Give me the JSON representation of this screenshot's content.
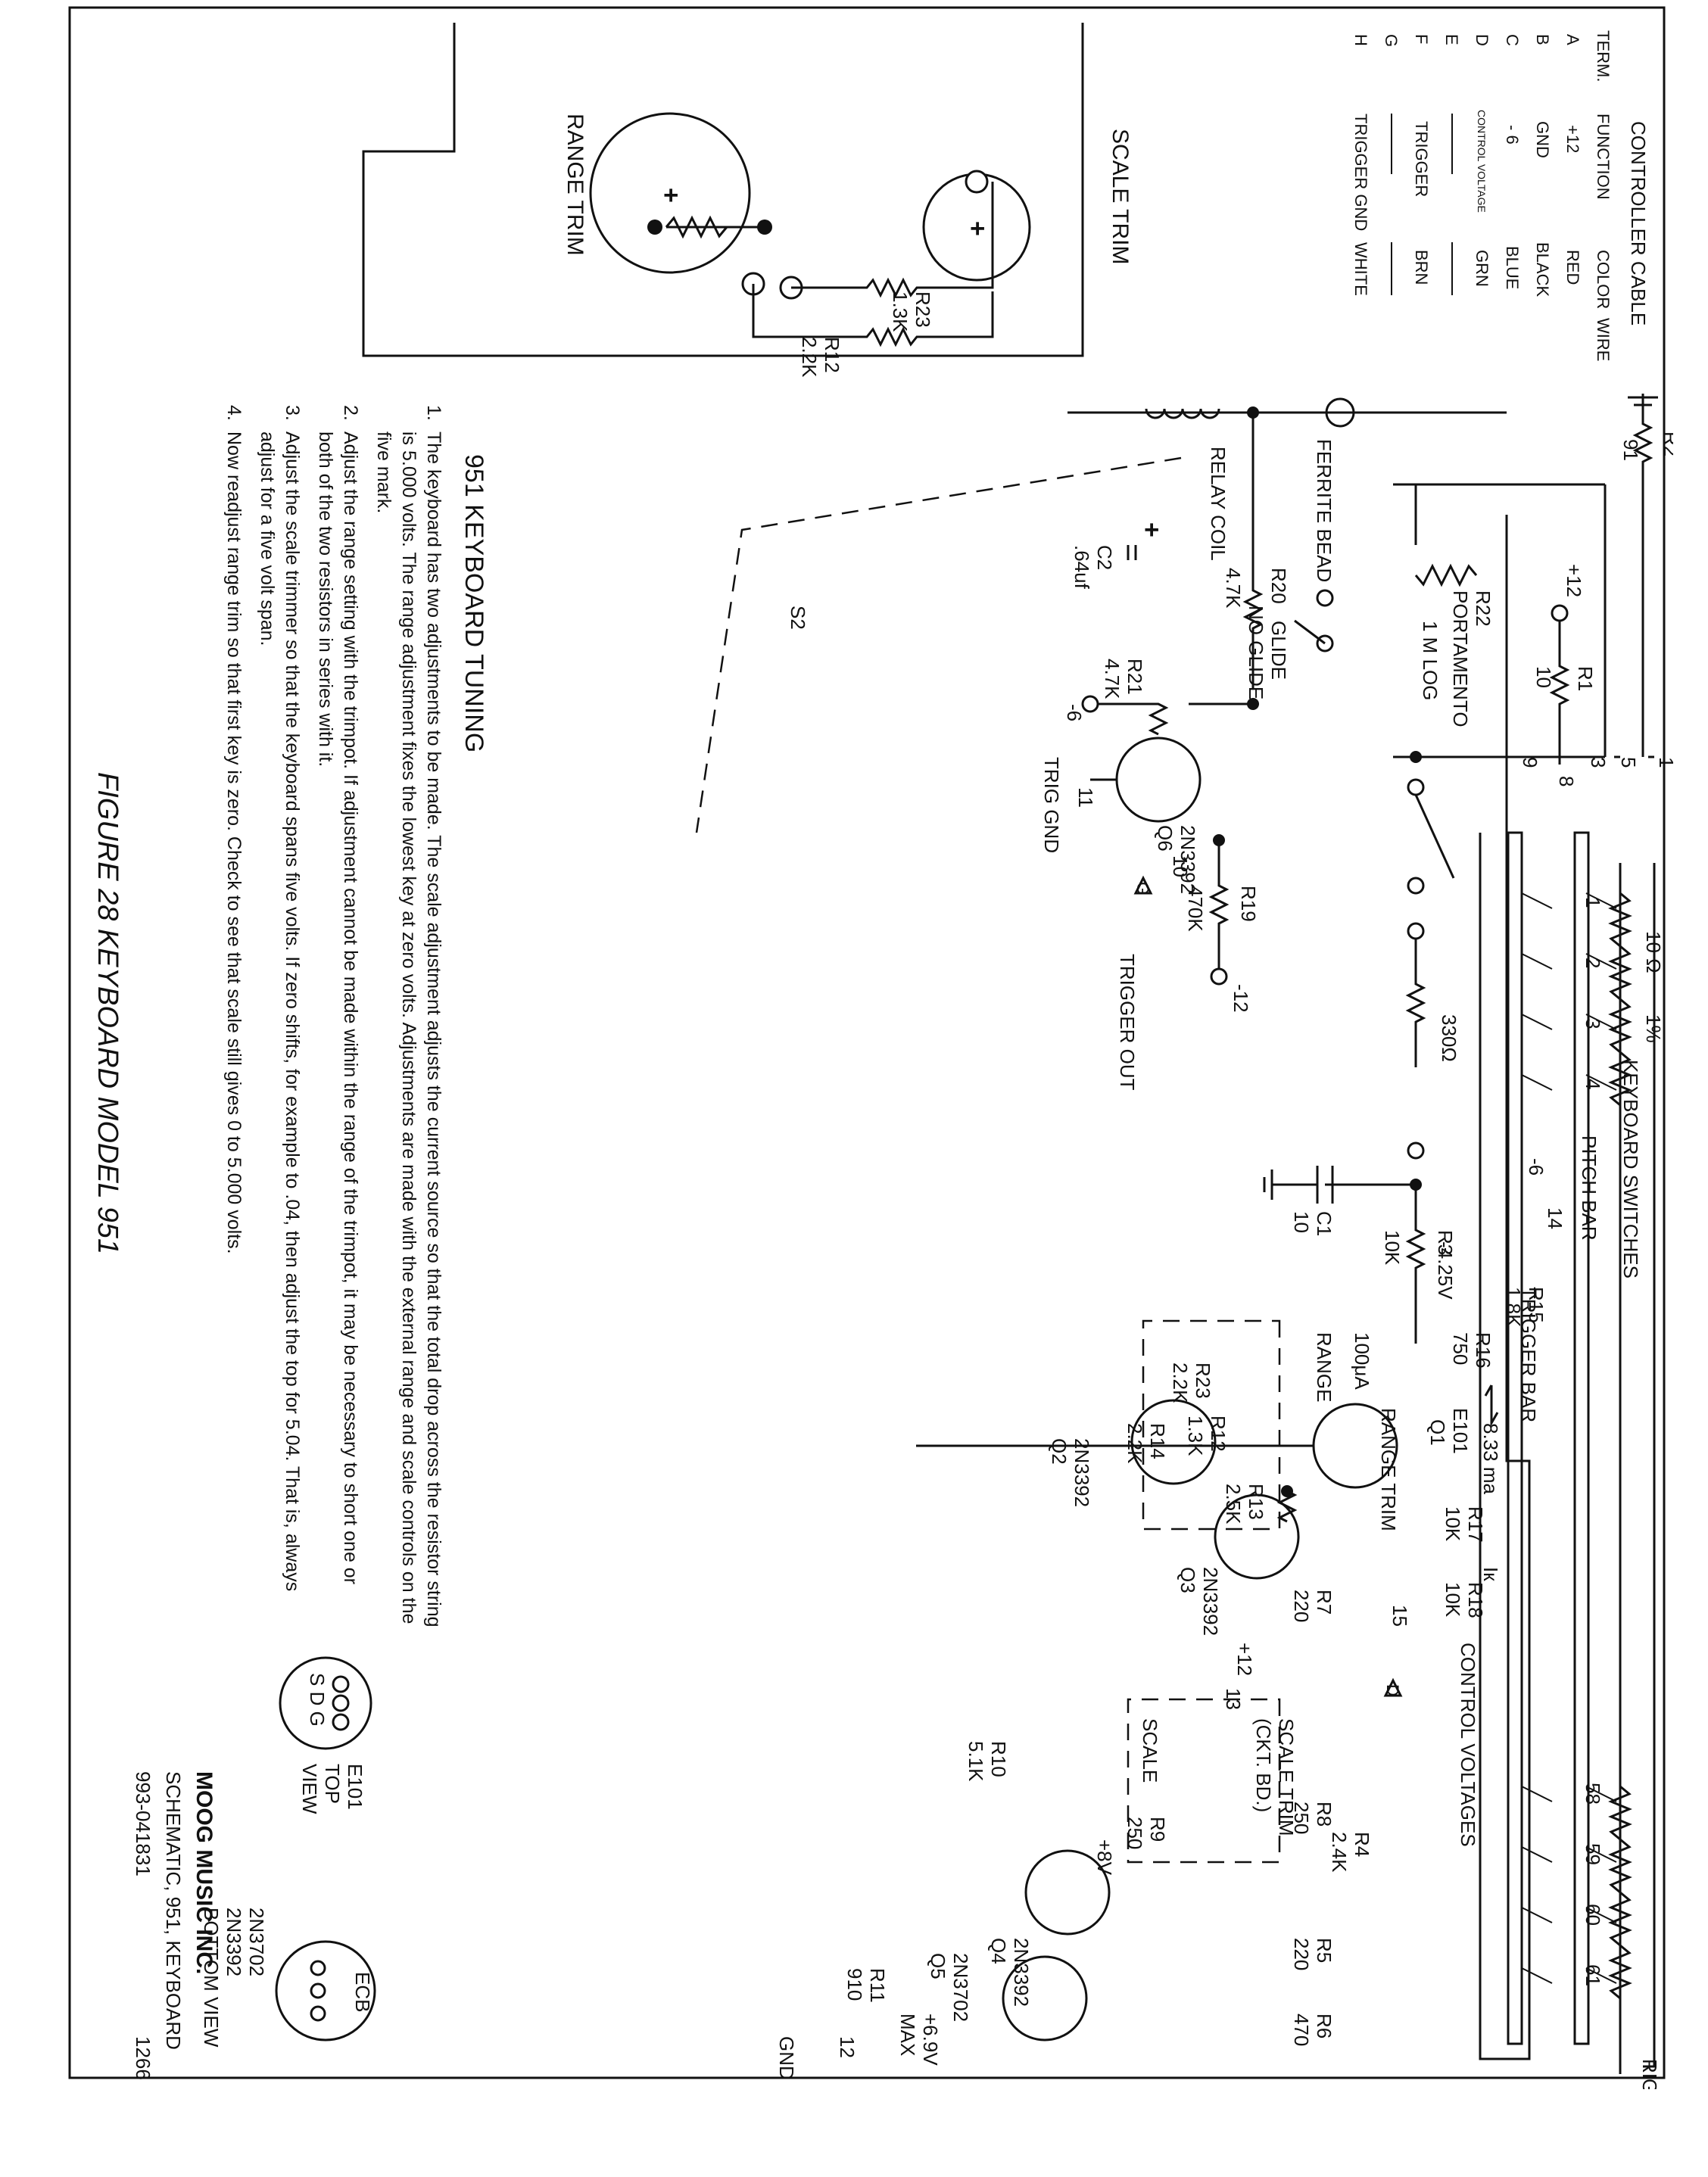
{
  "cable_table": {
    "title": "CONTROLLER CABLE",
    "headers": [
      "TERM.",
      "FUNCTION",
      "COLOR",
      "WIRE"
    ],
    "rows": [
      {
        "term": "A",
        "function": "+12",
        "color": "RED"
      },
      {
        "term": "B",
        "function": "GND",
        "color": "BLACK"
      },
      {
        "term": "C",
        "function": "- 6",
        "color": "BLUE"
      },
      {
        "term": "D",
        "function": "CONTROL VOLTAGE",
        "color": "GRN"
      },
      {
        "term": "E",
        "function": "",
        "color": ""
      },
      {
        "term": "F",
        "function": "TRIGGER",
        "color": "BRN"
      },
      {
        "term": "G",
        "function": "",
        "color": ""
      },
      {
        "term": "H",
        "function": "TRIGGER GND",
        "color": "WHITE"
      }
    ]
  },
  "trim_panel": {
    "range_trim": "RANGE TRIM",
    "scale_trim": "SCALE TRIM",
    "r23": "R23",
    "r23_val": "1.3K",
    "r12": "R12",
    "r12_val": "2.2K",
    "plus": "+"
  },
  "tuning": {
    "heading": "951 KEYBOARD TUNING",
    "steps": [
      {
        "num": "1.",
        "lines": [
          "The keyboard has two adjustments to be made. The scale adjustment adjusts the current source so that the total drop across the resistor string",
          "is 5.000 volts. The range adjustment fixes the lowest key at zero volts. Adjustments are made with the external range and scale controls on the",
          "five mark."
        ]
      },
      {
        "num": "2.",
        "lines": [
          "Adjust the range setting with the trimpot. If adjustment cannot be made within the range of the trimpot, it may be necessary to short one or",
          "both of the two resistors in series with it."
        ]
      },
      {
        "num": "3.",
        "lines": [
          "Adjust the scale trimmer so that the keyboard spans five volts. If zero shifts, for example to .04, then adjust the top for 5.04. That is, always",
          "adjust for a five volt span."
        ]
      },
      {
        "num": "4.",
        "lines": [
          "Now readjust range trim so that first key is zero. Check to see that scale still gives 0 to 5.000 volts."
        ]
      }
    ]
  },
  "figure_caption": "FIGURE 28 KEYBOARD MODEL 951",
  "title_block": {
    "company": "MOOG MUSIC INC.",
    "drawing": "SCHEMATIC, 951, KEYBOARD",
    "number": "993-041831",
    "date": "1266"
  },
  "pinouts": {
    "e101_pins": "S D G",
    "e101_label_1": "E101",
    "e101_label_2": "TOP",
    "e101_label_3": "VIEW",
    "ecb": "ECB",
    "trans_1": "2N3702",
    "trans_2": "2N3392",
    "trans_3": "BOTTOM VIEW"
  },
  "keyboard": {
    "switches": "KEYBOARD SWITCHES",
    "pitch_bar": "PITCH BAR",
    "trigger_bar": "TRIGGER BAR",
    "right_end": "RIGHT END",
    "ohm": "10 Ω",
    "pct": "1%",
    "keys_low": [
      "1",
      "2",
      "3",
      "4"
    ],
    "keys_high": [
      "58",
      "59",
      "60",
      "61"
    ],
    "current": "8.33 ma",
    "ik": "Iк"
  },
  "labels": {
    "r2": "R2",
    "r2_val": "91",
    "r1": "R1",
    "r1_val": "10",
    "p12a": "+12",
    "t1": "1",
    "t5": "5",
    "t3": "3",
    "t8": "8",
    "t9": "9",
    "r22": "R22",
    "r22_name": "PORTAMENTO",
    "r22_val": "1 M LOG",
    "glide": "GLIDE",
    "noglide": "NO GLIDE",
    "ferrite": "FERRITE BEAD",
    "relay": "RELAY COIL",
    "c2": "C2",
    "c2_val": ".64uf",
    "c2_plus": "+",
    "r20": "R20",
    "r20_val": "4.7K",
    "r21": "R21",
    "r21_val": "4.7K",
    "m6": "-6",
    "s2": "S2",
    "q6": "Q6",
    "q6_type": "2N3392",
    "r19": "R19",
    "r19_val": "470K",
    "m12": "-12",
    "t10": "10",
    "t11": "11",
    "trig_gnd": "TRIG GND",
    "trigger_out": "TRIGGER OUT",
    "gG": "G",
    "r330": "330Ω",
    "c1": "C1",
    "c1_val": "10",
    "r3": "R3",
    "r3_val": "10K",
    "e101q1": "E101",
    "q1": "Q1",
    "range_trim": "RANGE TRIM",
    "r13": "R13",
    "r13_val": "2.5K",
    "r12": "R12",
    "r12_val": "1.3K",
    "r23": "R23",
    "r23_val": "2.2K",
    "r14": "R14",
    "r14_val": "2.2K",
    "range": "RANGE",
    "i100": "100μA",
    "m425": "-4.25V",
    "r15": "R15",
    "r15_val": "1.8K",
    "r16": "R16",
    "r16_val": "750",
    "m6b": "-6",
    "t14": "14",
    "q2": "Q2",
    "q2_type": "2N3392",
    "r17": "R17",
    "r17_val": "10K",
    "q3": "Q3",
    "q3_type": "2N3392",
    "r18": "R18",
    "r18_val": "10K",
    "t15": "15",
    "cv": "CONTROL VOLTAGES",
    "gD": "D",
    "r7": "R7",
    "r7_val": "220",
    "p12b": "+12",
    "t13": "13",
    "scale_trim": "SCALE TRIM",
    "ckt": "(CKT. BD.)",
    "r8": "R8",
    "r8_val": "250",
    "r4": "R4",
    "r4_val": "2.4K",
    "scale": "SCALE",
    "r9": "R9",
    "r9_val": "250",
    "p8v": "+8V",
    "r10": "R10",
    "r10_val": "5.1K",
    "q4": "Q4",
    "q4_type": "2N3392",
    "r5": "R5",
    "r5_val": "220",
    "r6": "R6",
    "r6_val": "470",
    "q5": "Q5",
    "q5_type": "2N3702",
    "p69": "+6.9V",
    "max": "MAX",
    "r11": "R11",
    "r11_val": "910",
    "t12": "12",
    "gnd": "GND"
  }
}
